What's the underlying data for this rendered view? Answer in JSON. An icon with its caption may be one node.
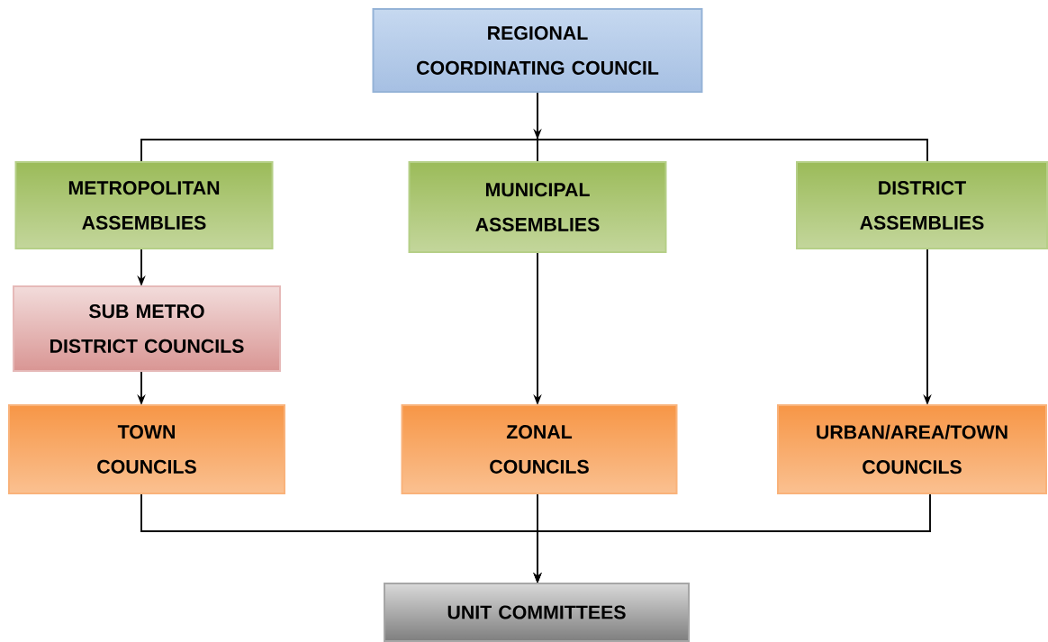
{
  "diagram": {
    "nodes": [
      {
        "text": [
          "REGIONAL COORDINATING COUNCIL"
        ]
      },
      {
        "text": [
          "METROPOLITAN ASSEMBLIES"
        ]
      },
      {
        "text": [
          "MUNICIPAL ASSEMBLIES"
        ]
      },
      {
        "text": [
          "DISTRICT ASSEMBLIES"
        ]
      },
      {
        "text": [
          "SUB METRO DISTRICT COUNCILS"
        ]
      },
      {
        "text": [
          "TOWN COUNCILS"
        ]
      },
      {
        "text": [
          "ZONAL COUNCILS"
        ]
      },
      {
        "text": [
          "URBAN/AREA/TOWN COUNCILS"
        ]
      },
      {
        "text": [
          "UNIT COMMITTEES"
        ]
      }
    ],
    "edges": [
      {
        "from": 0,
        "to": 1,
        "arrow": "none"
      },
      {
        "from": 0,
        "to": 2,
        "arrow": "to"
      },
      {
        "from": 0,
        "to": 3,
        "arrow": "none"
      },
      {
        "from": 1,
        "to": 4,
        "arrow": "to"
      },
      {
        "from": 4,
        "to": 5,
        "arrow": "to"
      },
      {
        "from": 2,
        "to": 6,
        "arrow": "to"
      },
      {
        "from": 3,
        "to": 7,
        "arrow": "to"
      },
      {
        "from": 5,
        "to": 8,
        "arrow": "to"
      },
      {
        "from": 6,
        "to": 8,
        "arrow": "to"
      },
      {
        "from": 7,
        "to": 8,
        "arrow": "to"
      }
    ]
  }
}
